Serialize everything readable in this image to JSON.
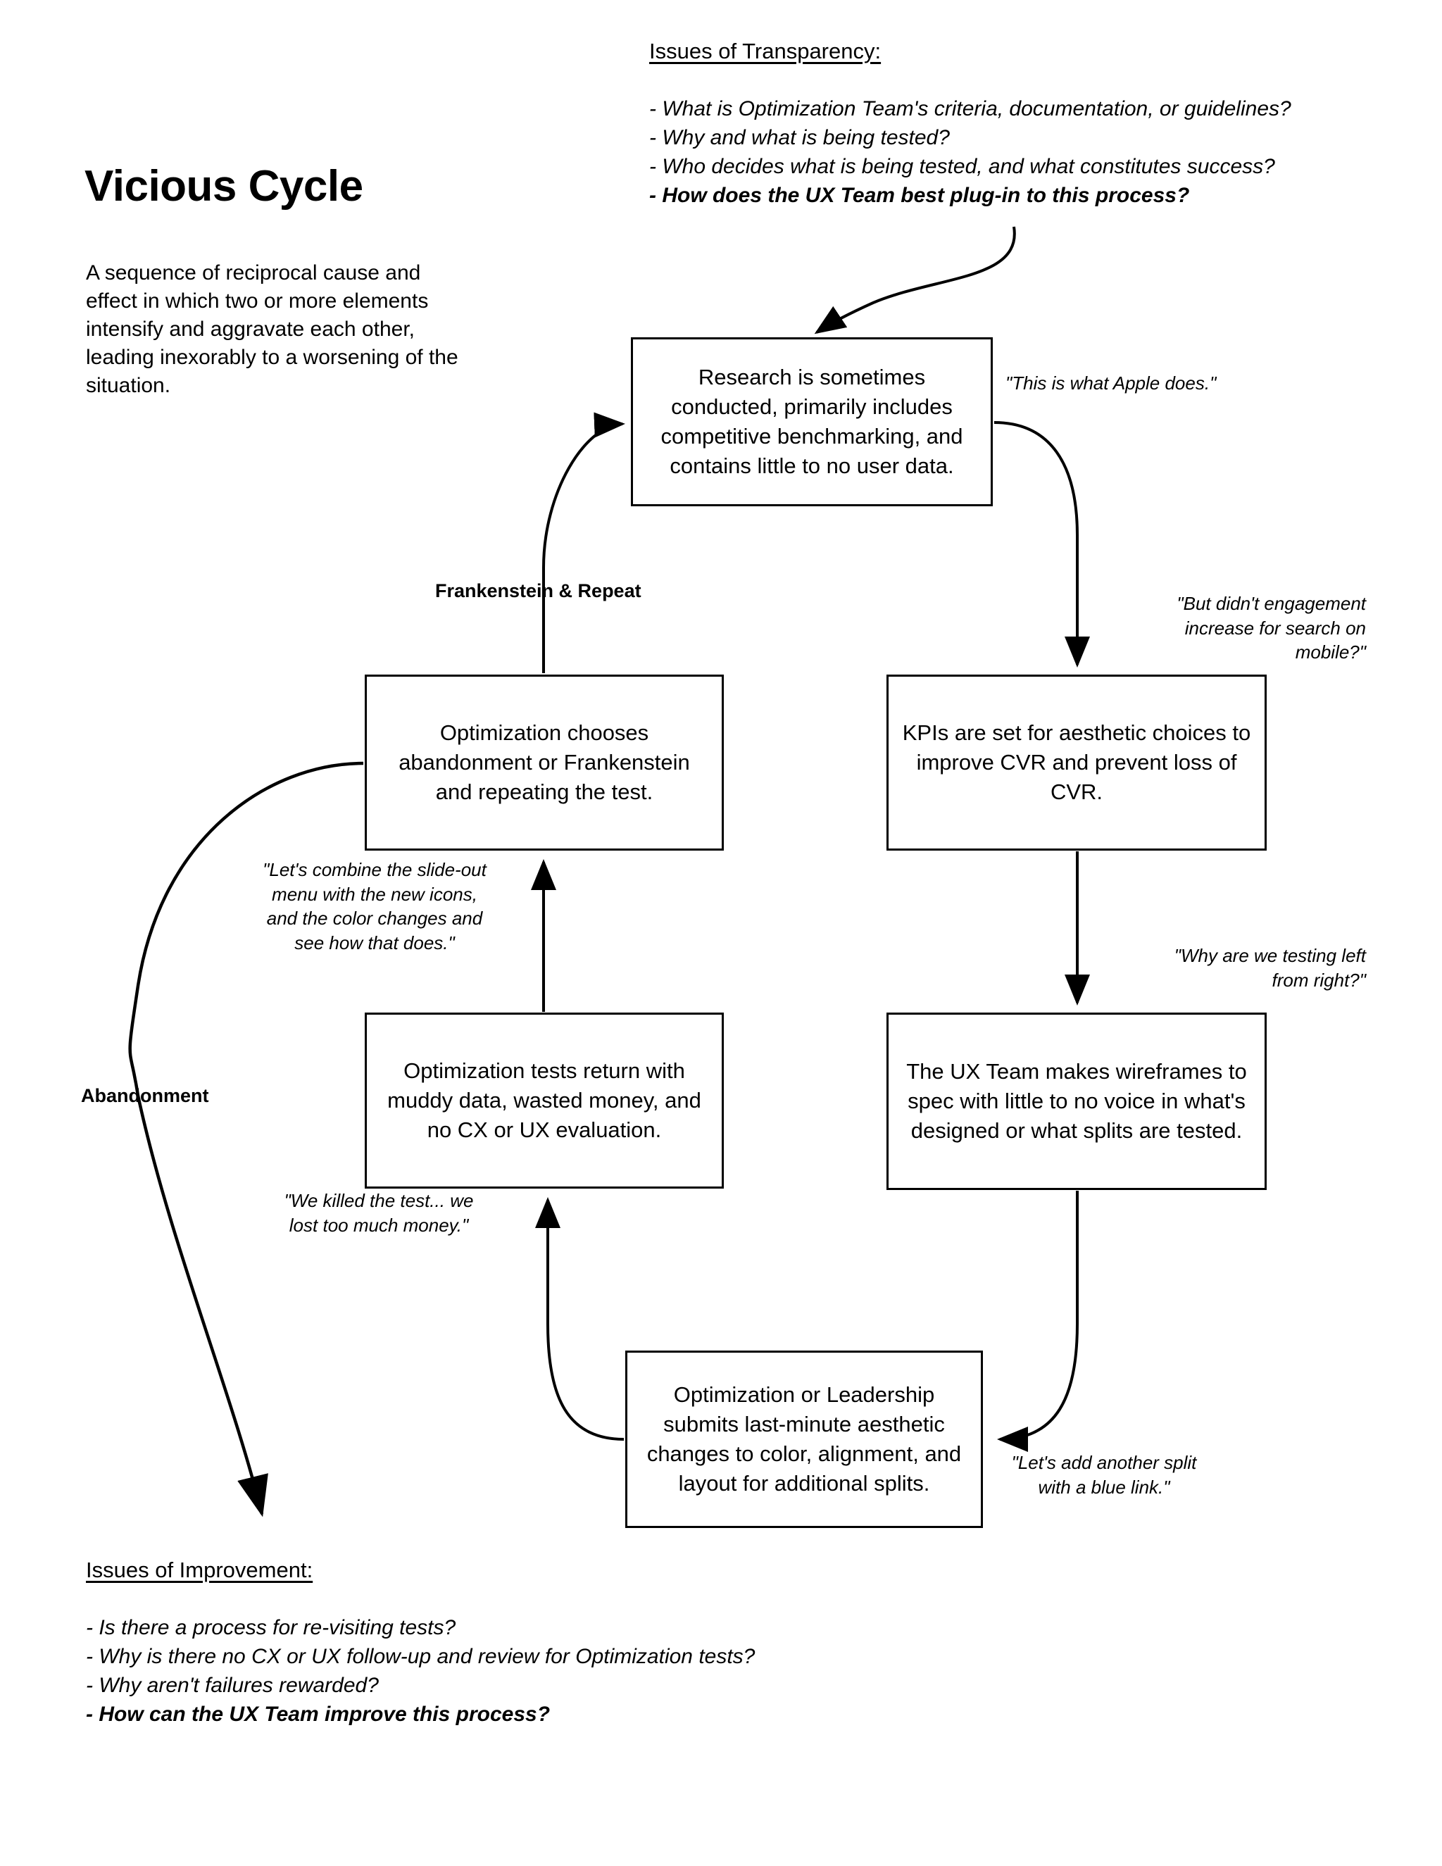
{
  "title": "Vicious Cycle",
  "intro": "A sequence of reciprocal cause and effect in which two or more elements intensify and aggravate each other, leading inexorably to a worsening of the situation.",
  "sections": {
    "transparency": {
      "heading": "Issues of Transparency:",
      "items": [
        "- What is Optimization Team's criteria, documentation, or guidelines?",
        "- Why and what is being tested?",
        "- Who decides what is being tested, and what constitutes success?",
        "- How does the UX Team best plug-in to this process?"
      ],
      "bold_item_index": 3
    },
    "improvement": {
      "heading": "Issues of Improvement:",
      "items": [
        "- Is there a process for re-visiting tests?",
        "- Why is there no CX or UX follow-up and review for Optimization tests?",
        "- Why aren't failures rewarded?",
        "- How can the UX Team improve this process?"
      ],
      "bold_item_index": 3
    }
  },
  "boxes": {
    "research": "Research is sometimes conducted, primarily includes competitive benchmarking, and contains little to no user data.",
    "kpi": "KPIs are set for aesthetic choices to improve CVR and prevent loss of CVR.",
    "ux": "The UX Team makes wireframes to spec with little to no voice in what's designed or what splits are tested.",
    "submits": "Optimization or Leadership submits last-minute aesthetic changes to color, alignment, and layout for additional splits.",
    "muddy": "Optimization tests return with muddy data, wasted money, and no CX or UX evaluation.",
    "optimize": "Optimization chooses abandonment or Frankenstein and repeating the test."
  },
  "quotes": {
    "apple": "\"This is what Apple does.\"",
    "engagement": "\"But didn't engagement increase for search on mobile?\"",
    "testing_left_right": "\"Why are we testing left from right?\"",
    "blue_link": "\"Let's add another split with a blue link.\"",
    "combine": "\"Let's combine the slide-out menu with the new icons, and the color changes and see how that does.\"",
    "killed": "\"We killed the test... we lost too much money.\""
  },
  "labels": {
    "frankenstein": "Frankenstein & Repeat",
    "abandonment": "Abandonment"
  },
  "colors": {
    "stroke": "#000000",
    "background": "#ffffff",
    "text": "#000000"
  }
}
